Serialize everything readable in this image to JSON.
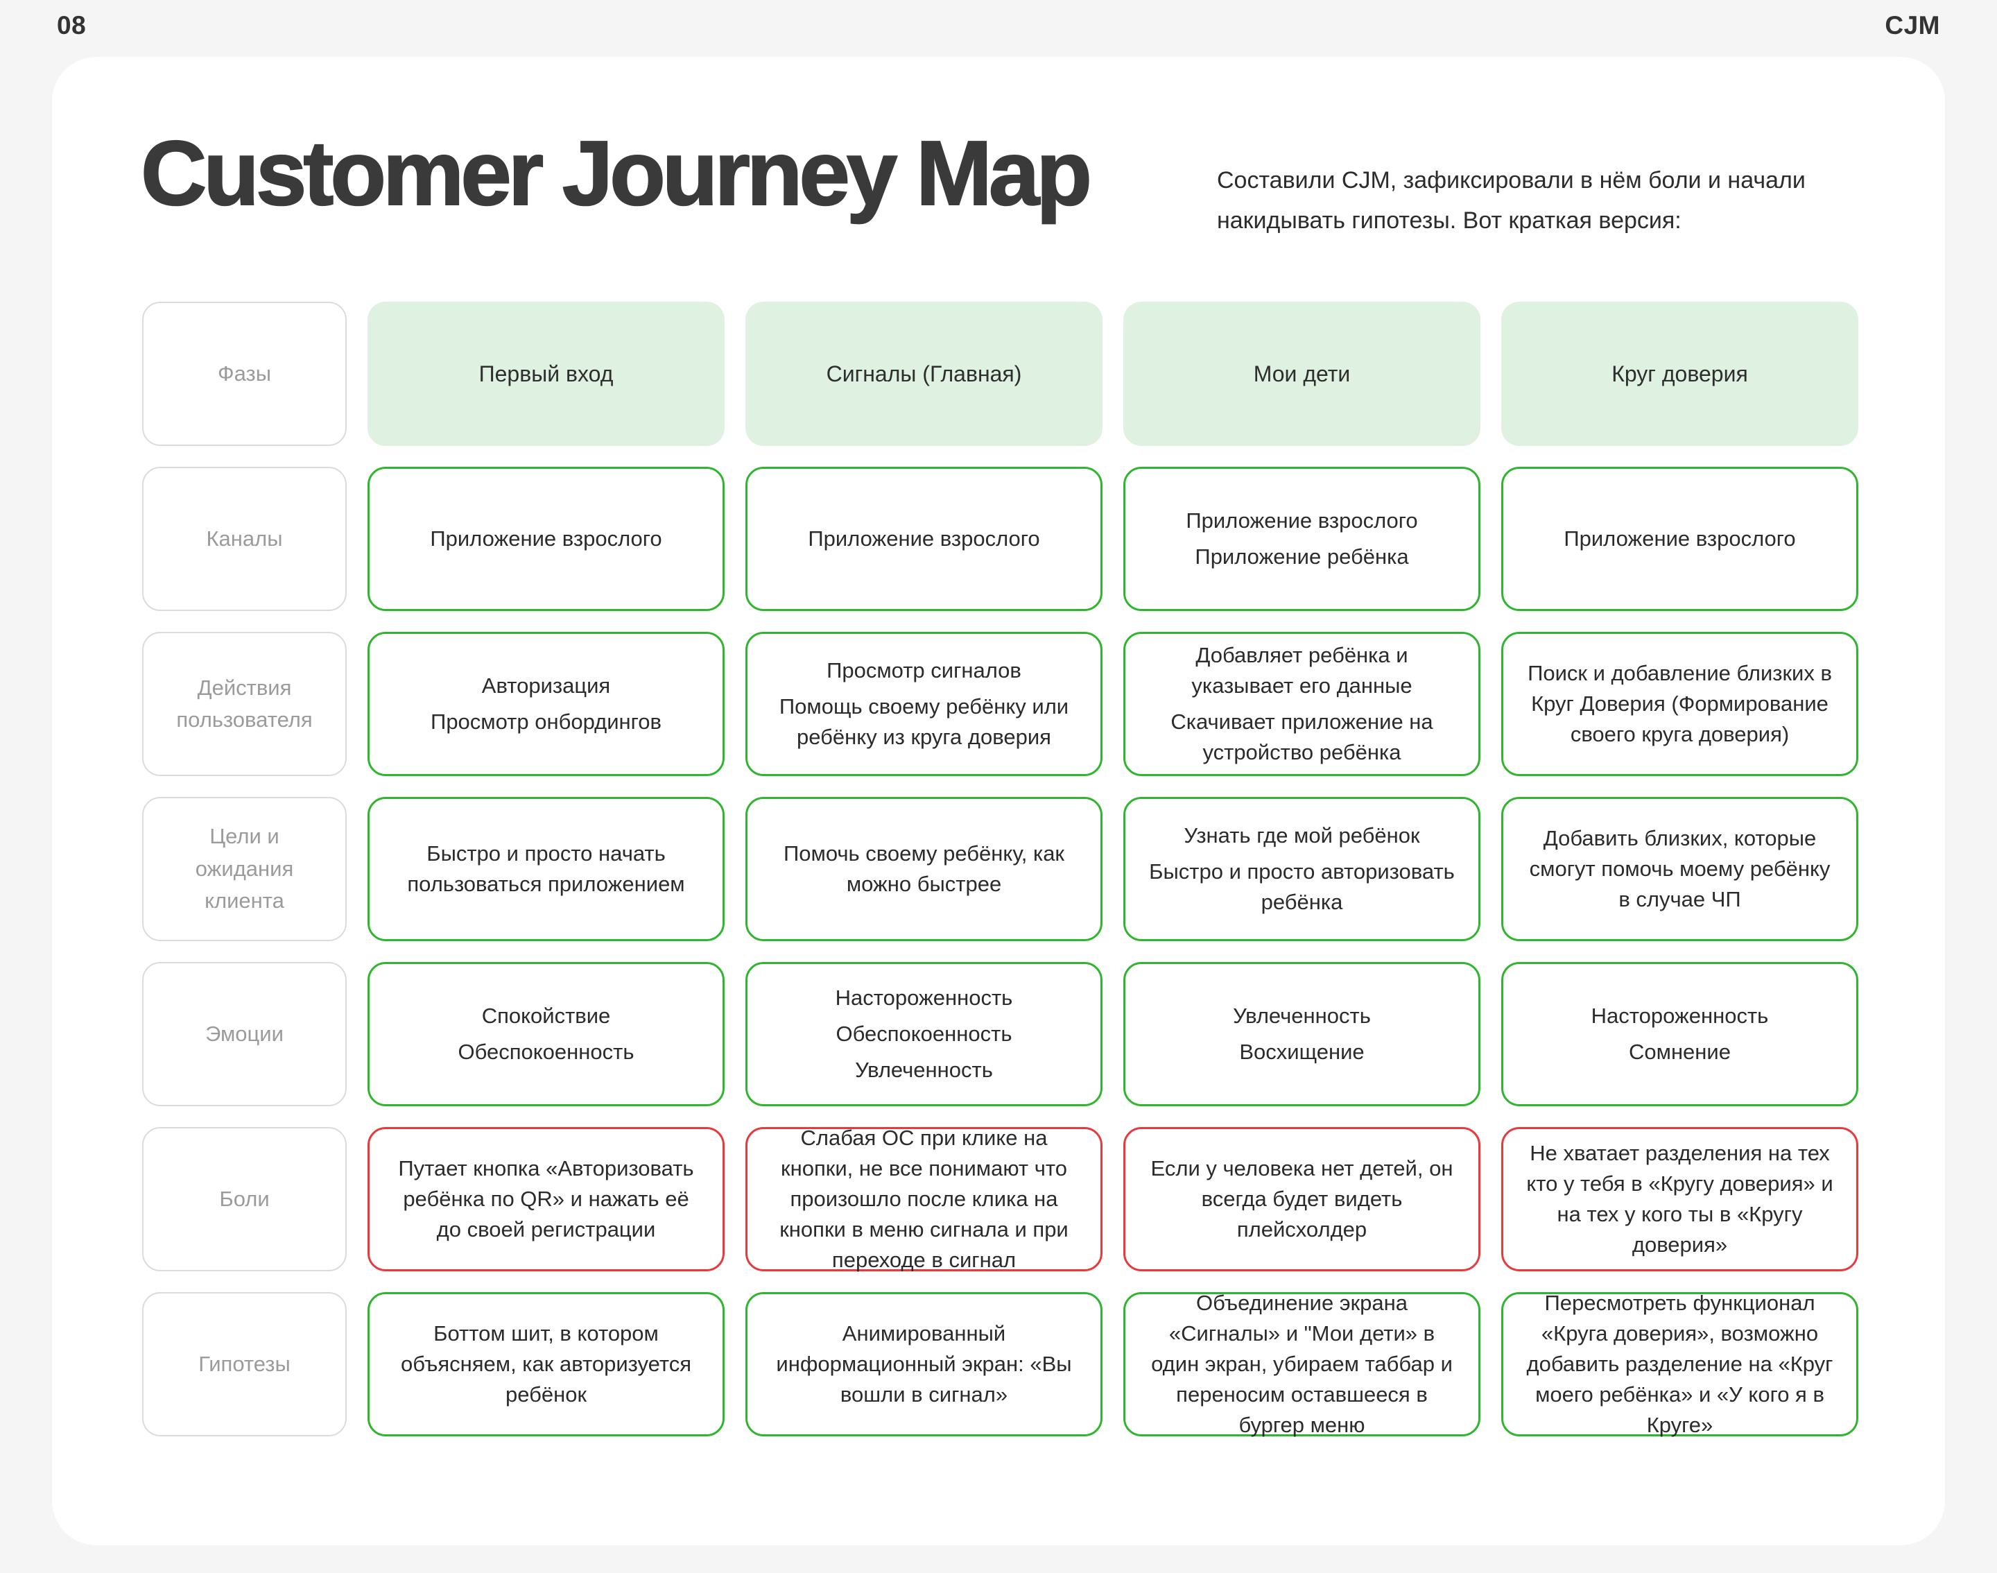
{
  "page": {
    "number": "08",
    "corner_label": "CJM"
  },
  "header": {
    "title": "Customer Journey Map",
    "subtitle": "Составили CJM, зафиксировали в нём боли и начали накидывать гипотезы. Вот краткая версия:"
  },
  "colors": {
    "page_background": "#f5f5f6",
    "card_background": "#ffffff",
    "phase_fill": "#dff1e0",
    "green_border": "#30b52e",
    "red_border": "#e8393c",
    "label_border": "#dbdbdb",
    "label_text": "#9b9b9b",
    "cell_text": "#2b2b2b"
  },
  "table": {
    "corner_label": "Фазы",
    "phases": [
      "Первый вход",
      "Сигналы (Главная)",
      "Мои дети",
      "Круг доверия"
    ],
    "rows": [
      {
        "label": "Каналы",
        "tone": "green",
        "cells": [
          [
            "Приложение взрослого"
          ],
          [
            "Приложение взрослого"
          ],
          [
            "Приложение взрослого",
            "Приложение ребёнка"
          ],
          [
            "Приложение взрослого"
          ]
        ]
      },
      {
        "label": "Действия пользователя",
        "tone": "green",
        "cells": [
          [
            "Авторизация",
            "Просмотр онбордингов"
          ],
          [
            "Просмотр сигналов",
            "Помощь своему ребёнку или ребёнку из круга доверия"
          ],
          [
            "Добавляет ребёнка и указывает его данные",
            "Скачивает приложение на устройство ребёнка"
          ],
          [
            "Поиск и добавление близких в Круг Доверия (Формирование своего круга доверия)"
          ]
        ]
      },
      {
        "label": "Цели и ожидания клиента",
        "tone": "green",
        "cells": [
          [
            "Быстро и просто начать пользоваться приложением"
          ],
          [
            "Помочь своему ребёнку, как можно быстрее"
          ],
          [
            "Узнать где мой ребёнок",
            "Быстро и просто авторизовать ребёнка"
          ],
          [
            "Добавить близких, которые смогут помочь моему ребёнку в случае ЧП"
          ]
        ]
      },
      {
        "label": "Эмоции",
        "tone": "green",
        "cells": [
          [
            "Спокойствие",
            "Обеспокоенность"
          ],
          [
            "Настороженность",
            "Обеспокоенность",
            "Увлеченность"
          ],
          [
            "Увлеченность",
            "Восхищение"
          ],
          [
            "Настороженность",
            "Сомнение"
          ]
        ]
      },
      {
        "label": "Боли",
        "tone": "red",
        "cells": [
          [
            "Путает кнопка «Авторизовать ребёнка по QR» и нажать её до своей регистрации"
          ],
          [
            "Слабая ОС при клике на кнопки, не все понимают что произошло после клика на кнопки в меню сигнала и при переходе в сигнал"
          ],
          [
            "Если у человека нет детей, он всегда будет видеть плейсхолдер"
          ],
          [
            "Не хватает разделения на тех кто у тебя в «Кругу доверия» и на тех у кого ты в «Кругу доверия»"
          ]
        ]
      },
      {
        "label": "Гипотезы",
        "tone": "green",
        "cells": [
          [
            "Боттом шит, в котором объясняем, как авторизуется ребёнок"
          ],
          [
            "Анимированный информационный экран: «Вы вошли в сигнал»"
          ],
          [
            "Объединение экрана «Сигналы» и \"Мои дети» в один экран, убираем таббар и переносим оставшееся в бургер меню"
          ],
          [
            "Пересмотреть функционал «Круга доверия», возможно добавить разделение на «Круг моего ребёнка» и «У кого я в Круге»"
          ]
        ]
      }
    ]
  }
}
